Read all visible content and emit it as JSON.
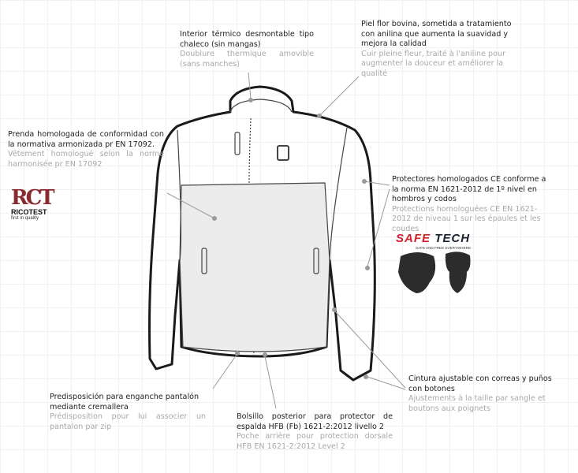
{
  "callouts": {
    "interior": {
      "es": "Interior térmico desmontable tipo chaleco (sin mangas)",
      "fr": "Doublure thermique amovible (sans manches)"
    },
    "leather": {
      "es": "Piel flor bovina, sometida a tratamiento con anilina que aumenta la suavidad y mejora la calidad",
      "fr": "Cuir pleine fleur, traité à l'aniline pour augmenter la douceur et améliorer la qualité"
    },
    "homologation": {
      "es": "Prenda homologada de conformidad con la normativa armonizada pr EN 17092.",
      "fr": "Vêtement homologué selon la norme harmonisée pr EN 17092"
    },
    "protectors": {
      "es": "Protectores homologados CE conforme a la norma EN 1621-2012 de 1º nivel en hombros y codos",
      "fr": "Protections homologuées CE EN 1621-2012 de niveau 1 sur les épaules et les coudes"
    },
    "waist": {
      "es": "Cintura ajustable con correas y puños con botones",
      "fr": "Ajustements à la taille par sangle et boutons aux poignets"
    },
    "trouser_zip": {
      "es": "Predisposición para enganche pantalón mediante cremallera",
      "fr": "Prédisposition pour lui associer un pantalon par zip"
    },
    "back_pocket": {
      "es": "Bolsillo posterior para protector de espalda HFB (Fb) 1621-2:2012 livello 2",
      "fr": "Poche arrière pour protection dorsale HFB EN 1621-2:2012 Level 2"
    }
  },
  "logos": {
    "ricotest": {
      "mark": "RCT",
      "name": "RICOTEST",
      "tagline": "first in quality",
      "color": "#8a2b32"
    },
    "safetech": {
      "part1": "SAFE",
      "part2": "TECH",
      "tagline": "SAFE AND FREE EVERYWHERE",
      "color": "#d0202c"
    }
  }
}
